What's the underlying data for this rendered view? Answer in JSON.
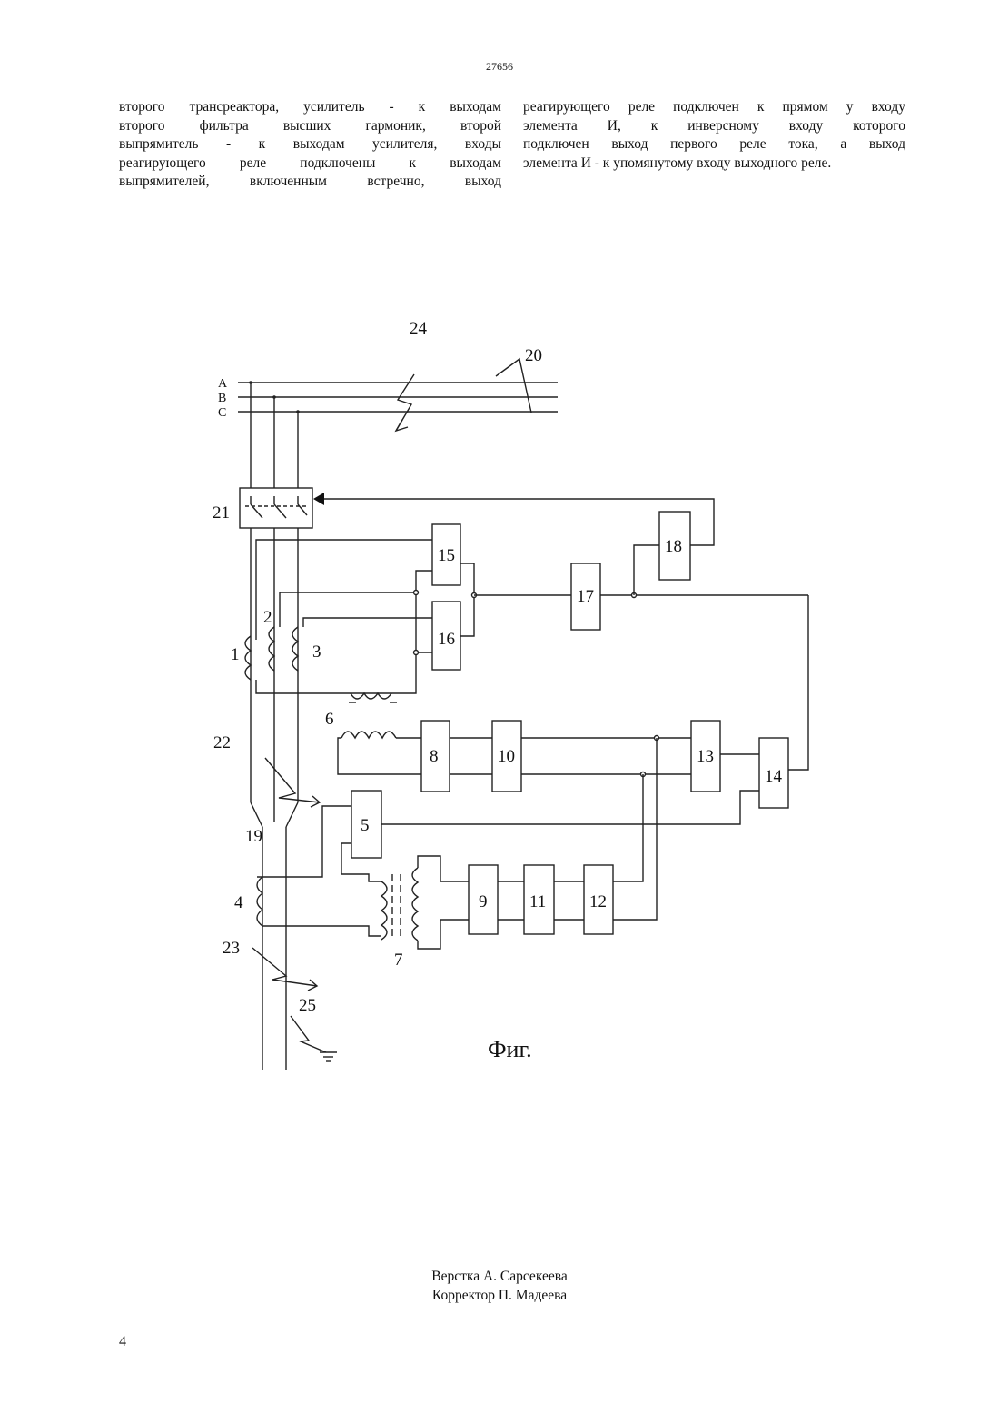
{
  "header": {
    "doc_number": "27656"
  },
  "text": {
    "left_lines": [
      "второго трансреактора, усилитель - к выходам",
      "второго фильтра высших гармоник, второй",
      "выпрямитель - к выходам усилителя, входы",
      "реагирующего реле подключены к выходам",
      "выпрямителей, включенным встречно, выход"
    ],
    "right_lines": [
      "реагирующего реле подключен к прямом у входу",
      "элемента И, к инверсному входу которого",
      "подключен выход первого реле тока, а выход",
      "элемента И - к упомянутому входу выходного реле."
    ]
  },
  "figure": {
    "phase_labels": [
      "A",
      "B",
      "C"
    ],
    "component_labels": {
      "n1": "1",
      "n2": "2",
      "n3": "3",
      "n4": "4",
      "n5": "5",
      "n6": "6",
      "n7": "7",
      "n8": "8",
      "n9": "9",
      "n10": "10",
      "n11": "11",
      "n12": "12",
      "n13": "13",
      "n14": "14",
      "n15": "15",
      "n16": "16",
      "n17": "17",
      "n18": "18",
      "n19": "19",
      "n20": "20",
      "n21": "21",
      "n22": "22",
      "n23": "23",
      "n24": "24",
      "n25": "25"
    },
    "caption": "Фиг."
  },
  "credits": {
    "layout": "Верстка А. Сарсекеева",
    "corrector": "Корректор П. Мадеева"
  },
  "footer": {
    "page_number": "4"
  }
}
